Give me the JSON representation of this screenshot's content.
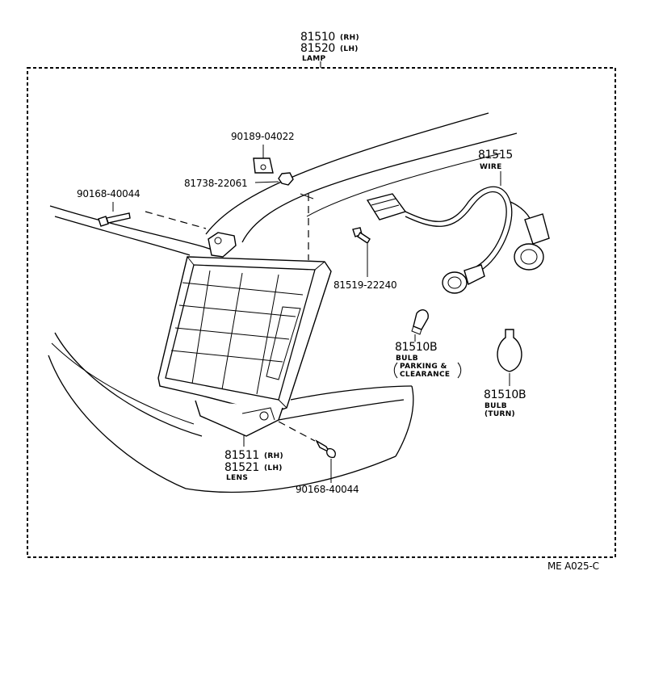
{
  "lamp_assembly": {
    "rh_number": "81510",
    "rh_suffix": "(RH)",
    "lh_number": "81520",
    "lh_suffix": "(LH)",
    "name": "LAMP"
  },
  "parts": {
    "clip": "90189-04022",
    "nut": "81738-22061",
    "screw_upper": "90168-40044",
    "wire_number": "81515",
    "wire_name": "WIRE",
    "screw_mid": "81519-22240",
    "bulb_parking_number": "81510B",
    "bulb_parking_name": "BULB",
    "bulb_parking_desc1": "PARKING &",
    "bulb_parking_desc2": "CLEARANCE",
    "bulb_turn_number": "81510B",
    "bulb_turn_name": "BULB",
    "bulb_turn_desc": "(TURN)",
    "lens_rh_number": "81511",
    "lens_rh_suffix": "(RH)",
    "lens_lh_number": "81521",
    "lens_lh_suffix": "(LH)",
    "lens_name": "LENS",
    "screw_lower": "90168-40044"
  },
  "figure_code": "ME A025-C"
}
